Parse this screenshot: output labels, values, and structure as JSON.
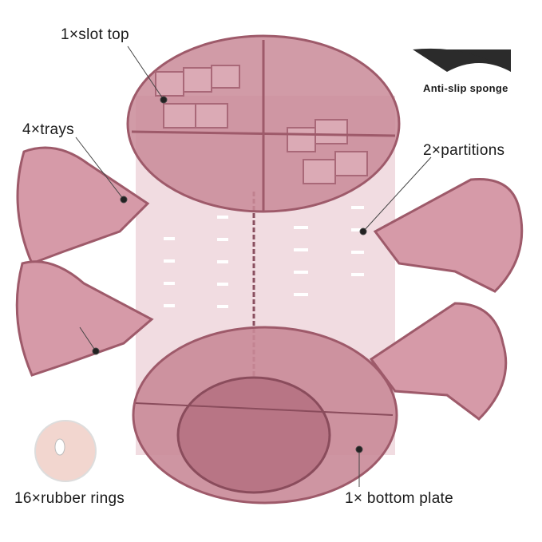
{
  "labels": {
    "slot_top": "1×slot top",
    "trays": "4×trays",
    "partitions": "2×partitions",
    "sponge": "Anti-slip sponge",
    "rubber_rings": "16×rubber rings",
    "bottom_plate": "1× bottom plate"
  },
  "colors": {
    "acrylic": "#c98a98",
    "acrylic_dark": "#9e5a6a",
    "acrylic_light": "#edd3d9",
    "sponge": "#2b2b2b"
  }
}
